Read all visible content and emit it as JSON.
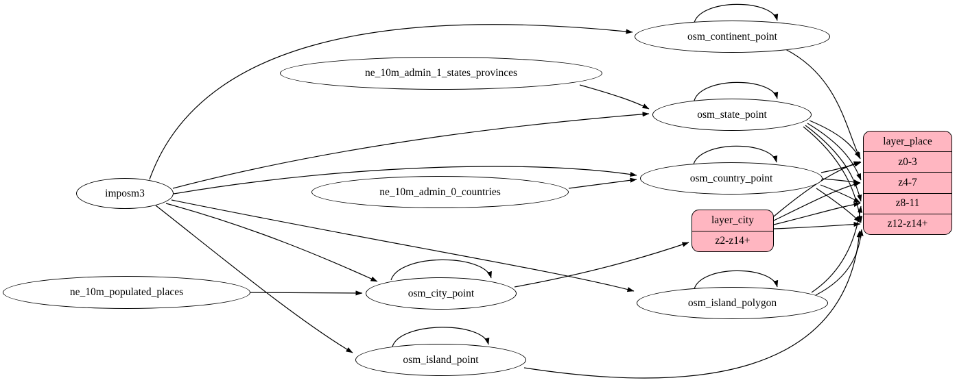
{
  "diagram": {
    "kind": "etl-graph",
    "colors": {
      "background": "#ffffff",
      "ellipse_fill": "#ffffff",
      "record_fill": "#ffb6c1",
      "stroke": "#000000"
    },
    "nodes": {
      "imposm3": {
        "label": "imposm3",
        "shape": "ellipse"
      },
      "ne_10m_admin_1_states_provinces": {
        "label": "ne_10m_admin_1_states_provinces",
        "shape": "ellipse"
      },
      "ne_10m_admin_0_countries": {
        "label": "ne_10m_admin_0_countries",
        "shape": "ellipse"
      },
      "ne_10m_populated_places": {
        "label": "ne_10m_populated_places",
        "shape": "ellipse"
      },
      "osm_continent_point": {
        "label": "osm_continent_point",
        "shape": "ellipse"
      },
      "osm_state_point": {
        "label": "osm_state_point",
        "shape": "ellipse"
      },
      "osm_country_point": {
        "label": "osm_country_point",
        "shape": "ellipse"
      },
      "osm_city_point": {
        "label": "osm_city_point",
        "shape": "ellipse"
      },
      "osm_island_polygon": {
        "label": "osm_island_polygon",
        "shape": "ellipse"
      },
      "osm_island_point": {
        "label": "osm_island_point",
        "shape": "ellipse"
      },
      "layer_city": {
        "label": "layer_city",
        "shape": "record",
        "rows": [
          "z2-z14+"
        ]
      },
      "layer_place": {
        "label": "layer_place",
        "shape": "record",
        "rows": [
          "z0-3",
          "z4-7",
          "z8-11",
          "z12-z14+"
        ]
      }
    },
    "edges": [
      {
        "from": "imposm3",
        "to": "osm_continent_point"
      },
      {
        "from": "imposm3",
        "to": "osm_state_point"
      },
      {
        "from": "imposm3",
        "to": "osm_country_point"
      },
      {
        "from": "imposm3",
        "to": "osm_city_point"
      },
      {
        "from": "imposm3",
        "to": "osm_island_polygon"
      },
      {
        "from": "imposm3",
        "to": "osm_island_point"
      },
      {
        "from": "ne_10m_admin_1_states_provinces",
        "to": "osm_state_point"
      },
      {
        "from": "ne_10m_admin_0_countries",
        "to": "osm_country_point"
      },
      {
        "from": "ne_10m_populated_places",
        "to": "osm_city_point"
      },
      {
        "from": "osm_continent_point",
        "to": "osm_continent_point",
        "self_loop": true
      },
      {
        "from": "osm_state_point",
        "to": "osm_state_point",
        "self_loop": true
      },
      {
        "from": "osm_country_point",
        "to": "osm_country_point",
        "self_loop": true
      },
      {
        "from": "osm_city_point",
        "to": "osm_city_point",
        "self_loop": true
      },
      {
        "from": "osm_island_polygon",
        "to": "osm_island_polygon",
        "self_loop": true
      },
      {
        "from": "osm_island_point",
        "to": "osm_island_point",
        "self_loop": true
      },
      {
        "from": "osm_city_point",
        "to": "layer_city",
        "to_port": "z2-z14+"
      },
      {
        "from": "osm_continent_point",
        "to": "layer_place",
        "to_port": "z0-3"
      },
      {
        "from": "osm_state_point",
        "to": "layer_place",
        "to_port": "z0-3"
      },
      {
        "from": "osm_state_point",
        "to": "layer_place",
        "to_port": "z4-7"
      },
      {
        "from": "osm_state_point",
        "to": "layer_place",
        "to_port": "z8-11"
      },
      {
        "from": "osm_state_point",
        "to": "layer_place",
        "to_port": "z12-z14+"
      },
      {
        "from": "osm_country_point",
        "to": "layer_place",
        "to_port": "z0-3"
      },
      {
        "from": "osm_country_point",
        "to": "layer_place",
        "to_port": "z4-7"
      },
      {
        "from": "osm_country_point",
        "to": "layer_place",
        "to_port": "z8-11"
      },
      {
        "from": "osm_country_point",
        "to": "layer_place",
        "to_port": "z12-z14+"
      },
      {
        "from": "layer_city",
        "to": "layer_place",
        "to_port": "z0-3"
      },
      {
        "from": "layer_city",
        "to": "layer_place",
        "to_port": "z4-7"
      },
      {
        "from": "layer_city",
        "to": "layer_place",
        "to_port": "z8-11"
      },
      {
        "from": "layer_city",
        "to": "layer_place",
        "to_port": "z12-z14+"
      },
      {
        "from": "osm_island_polygon",
        "to": "layer_place",
        "to_port": "z8-11"
      },
      {
        "from": "osm_island_polygon",
        "to": "layer_place",
        "to_port": "z12-z14+"
      },
      {
        "from": "osm_island_point",
        "to": "layer_place",
        "to_port": "z12-z14+"
      }
    ]
  }
}
